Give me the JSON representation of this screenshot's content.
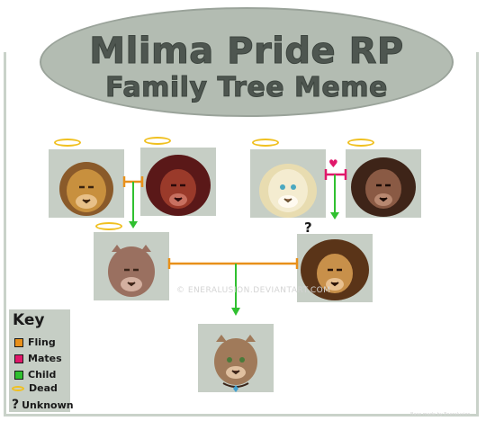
{
  "title": {
    "line1": "Mlima Pride RP",
    "line2": "Family Tree Meme"
  },
  "colors": {
    "fling": "#e8901a",
    "mates": "#e0186a",
    "child": "#30c030",
    "dead": "#f0c020",
    "portrait_bg": "#c6cec5",
    "title_bg": "#b3bcb2"
  },
  "tree": {
    "members": [
      {
        "id": "grandsire-left",
        "dead": true,
        "unknown": false
      },
      {
        "id": "granddam-left",
        "dead": true,
        "unknown": false
      },
      {
        "id": "grandsire-right",
        "dead": true,
        "unknown": false
      },
      {
        "id": "granddam-right",
        "dead": true,
        "unknown": false
      },
      {
        "id": "parent-left",
        "dead": true,
        "unknown": false
      },
      {
        "id": "parent-right",
        "dead": false,
        "unknown": true
      },
      {
        "id": "child",
        "dead": false,
        "unknown": false
      }
    ],
    "relations": [
      {
        "type": "fling",
        "a": "grandsire-left",
        "b": "granddam-left"
      },
      {
        "type": "mates",
        "a": "grandsire-right",
        "b": "granddam-right"
      },
      {
        "type": "fling",
        "a": "parent-left",
        "b": "parent-right"
      }
    ],
    "unknown_mark": "?",
    "mates_symbol": "♥"
  },
  "key": {
    "title": "Key",
    "items": [
      {
        "label": "Fling",
        "symbol": "swatch",
        "color": "#e8901a"
      },
      {
        "label": "Mates",
        "symbol": "swatch",
        "color": "#e0186a"
      },
      {
        "label": "Child",
        "symbol": "swatch",
        "color": "#30c030"
      },
      {
        "label": "Dead",
        "symbol": "halo",
        "color": "#f0c020"
      },
      {
        "label": "Unknown",
        "symbol": "?",
        "color": "#1a1a1a"
      }
    ]
  },
  "watermark": "© ENERALUSION.DEVIANTART.COM",
  "credit": "Base made by Eneralusion"
}
